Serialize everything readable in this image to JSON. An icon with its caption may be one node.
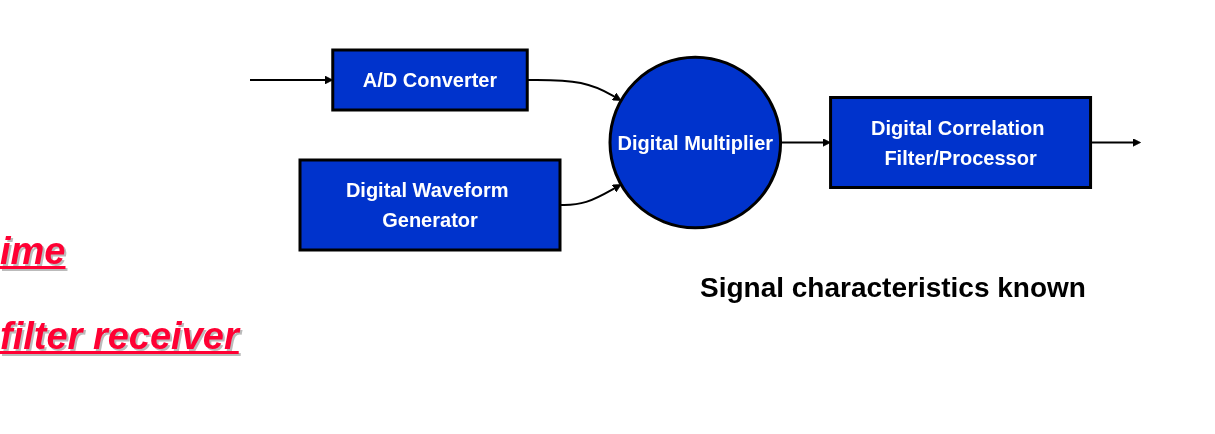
{
  "diagram": {
    "nodes": [
      {
        "text": [
          "A/D Converter"
        ]
      },
      {
        "text": [
          "Digital Multiplier"
        ]
      },
      {
        "text": [
          "Digital Correlation Filter/Processor"
        ]
      },
      {
        "text": [
          "Digital Waveform Generator"
        ]
      }
    ],
    "edges": [
      {
        "from": null,
        "to": 0,
        "arrow": "to"
      },
      {
        "from": 0,
        "to": 1,
        "arrow": "to"
      },
      {
        "from": 1,
        "to": 2,
        "arrow": "to"
      },
      {
        "from": 2,
        "to": null,
        "arrow": "to"
      },
      {
        "from": 3,
        "to": 1,
        "arrow": "to"
      }
    ],
    "labels": [
      "ime",
      "filter receiver",
      "Signal characteristics known"
    ]
  }
}
